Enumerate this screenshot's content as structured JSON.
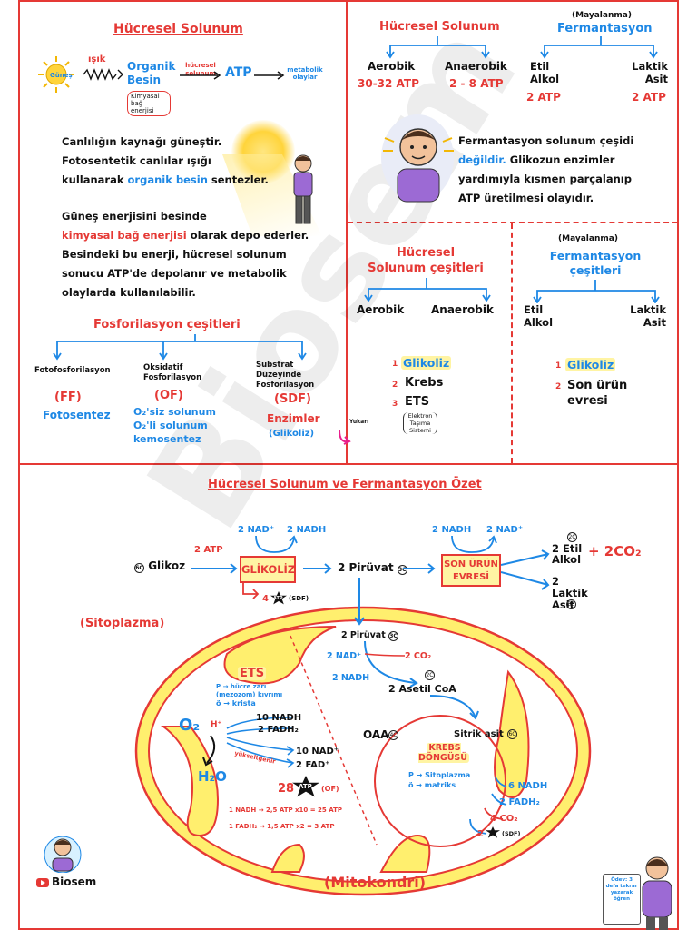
{
  "watermark": "Biosem",
  "colors": {
    "red": "#e53935",
    "blue": "#1e88e5",
    "yellow": "#ffe34d",
    "purple": "#9c6ad4"
  },
  "panel1": {
    "title": "Hücresel Solunum",
    "sun_label": "Güneş",
    "light_label": "ışık",
    "organic_food": "Organik Besin",
    "chem_energy": "Kimyasal bağ enerjisi",
    "cell_resp_label": "hücresel solunum",
    "atp": "ATP",
    "metabolic": "metabolik olaylar",
    "para1_a": "Canlılığın kaynağı güneştir.",
    "para1_b": "Fotosentetik canlılar ışığı",
    "para1_c": "kullanarak",
    "para1_d": "organik besin",
    "para1_e": "sentezler.",
    "para2_a": "Güneş enerjisini besinde",
    "para2_b": "kimyasal bağ enerjisi",
    "para2_c": "olarak depo ederler.",
    "para2_d": "Besindeki bu enerji, hücresel solunum",
    "para2_e": "sonucu ATP'de depolanır ve metabolik",
    "para2_f": "olaylarda kullanılabilir.",
    "phos_title": "Fosforilasyon çeşitleri",
    "phos1": "Fotofosforilasyon",
    "phos2": "Oksidatif Fosforilasyon",
    "phos3": "Substrat Düzeyinde Fosforilasyon",
    "abbr1": "(FF)",
    "abbr2": "(OF)",
    "abbr3": "(SDF)",
    "ex1": "Fotosentez",
    "ex2a": "O₂'siz solunum",
    "ex2b": "O₂'li solunum",
    "ex2c": "kemosentez",
    "ex3a": "Enzimler",
    "ex3b": "(Glikoliz)"
  },
  "panel2": {
    "resp_title": "Hücresel Solunum",
    "ferm_sub": "(Mayalanma)",
    "ferm_title": "Fermantasyon",
    "aerobic": "Aerobik",
    "anaerobic": "Anaerobik",
    "aerobic_atp": "30-32 ATP",
    "anaerobic_atp": "2 - 8 ATP",
    "ethyl": "Etil Alkol",
    "lactic": "Laktik Asit",
    "ethyl_atp": "2 ATP",
    "lactic_atp": "2 ATP",
    "ferm_p1": "Fermantasyon solunum çeşidi",
    "ferm_p2a": "değildir.",
    "ferm_p2b": "Glikozun enzimler",
    "ferm_p3": "yardımıyla kısmen parçalanıp",
    "ferm_p4": "ATP üretilmesi olayıdır."
  },
  "panel3": {
    "title": "Hücresel Solunum çeşitleri",
    "aerobic": "Aerobik",
    "anaerobic": "Anaerobik",
    "steps": [
      "Glikoliz",
      "Krebs",
      "ETS"
    ],
    "ets_note": "Elektron Taşıma Sistemi",
    "up_label": "Yukarı"
  },
  "panel4": {
    "sub": "(Mayalanma)",
    "title": "Fermantasyon çeşitleri",
    "ethyl": "Etil Alkol",
    "lactic": "Laktik Asit",
    "steps": [
      "Glikoliz",
      "Son ürün evresi"
    ]
  },
  "summary": {
    "title": "Hücresel Solunum ve Fermantasyon Özet",
    "glucose": "Glikoz",
    "two_atp": "2 ATP",
    "nad_in": "2 NAD⁺",
    "nadh_out": "2 NADH",
    "glycolysis": "GLİKOLİZ",
    "atp_sdf_count": "4",
    "atp": "ATP",
    "sdf": "(SDF)",
    "pyruvate": "2 Pirüvat",
    "nadh_in2": "2 NADH",
    "nad_out2": "2 NAD⁺",
    "end_phase": "SON ÜRÜN EVRESİ",
    "ethyl": "2 Etil Alkol",
    "co2": "+ 2CO₂",
    "lactic": "2 Laktik Asit",
    "cytoplasm": "(Sitoplazma)",
    "mito_pyruvate": "2 Pirüvat",
    "nad_m": "2 NAD⁺",
    "nadh_m": "2 NADH",
    "co2_m": "2 CO₂",
    "acetyl": "2 Asetil CoA",
    "oaa": "OAA",
    "citric": "Sitrik asit",
    "krebs": "KREBS DÖNGÜSÜ",
    "krebs_p": "P → Sitoplazma",
    "krebs_e": "ö → matriks",
    "k_nadh": "6 NADH",
    "k_fadh": "2 FADH₂",
    "k_co2": "4 CO₂",
    "k_atp_count": "2",
    "ets": "ETS",
    "ets_p": "P → hücre zarı (mezozom) kıvrımı",
    "ets_e": "ö → krista",
    "o2": "O₂",
    "h2o": "H₂O",
    "hplus": "H⁺",
    "nadh10": "10 NADH",
    "fadh2": "2 FADH₂",
    "nad10": "10 NAD⁺",
    "fad2": "2 FAD⁺",
    "final_acceptor": "yükseltgenir",
    "atp28": "28",
    "of": "(OF)",
    "calc1": "1 NADH → 2,5 ATP x10 = 25 ATP",
    "calc2": "1 FADH₂ → 1,5 ATP x2 = 3 ATP",
    "mito": "(Mitokondri)"
  },
  "brand": {
    "name": "Biosem",
    "note": "Ödev: 3 defa tekrar yazarak öğren"
  }
}
